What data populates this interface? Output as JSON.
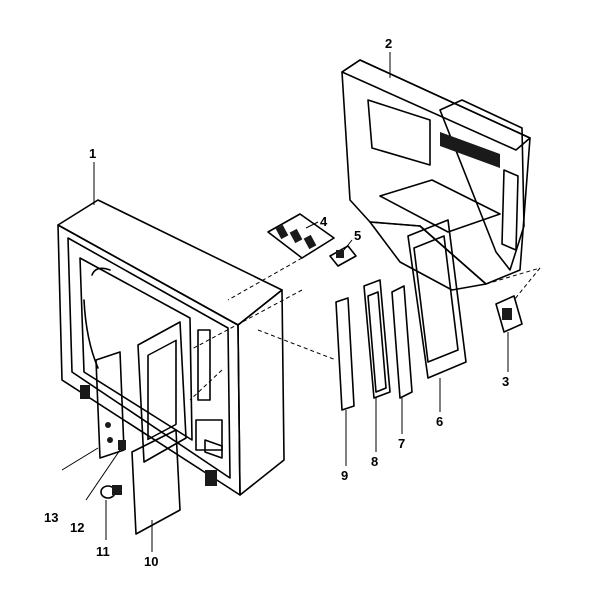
{
  "diagram": {
    "callouts": [
      {
        "id": "callout-1",
        "label": "1"
      },
      {
        "id": "callout-2",
        "label": "2"
      },
      {
        "id": "callout-3",
        "label": "3"
      },
      {
        "id": "callout-4",
        "label": "4"
      },
      {
        "id": "callout-5",
        "label": "5"
      },
      {
        "id": "callout-6",
        "label": "6"
      },
      {
        "id": "callout-7",
        "label": "7"
      },
      {
        "id": "callout-8",
        "label": "8"
      },
      {
        "id": "callout-9",
        "label": "9"
      },
      {
        "id": "callout-10",
        "label": "10"
      },
      {
        "id": "callout-11",
        "label": "11"
      },
      {
        "id": "callout-12",
        "label": "12"
      },
      {
        "id": "callout-13",
        "label": "13"
      }
    ]
  }
}
